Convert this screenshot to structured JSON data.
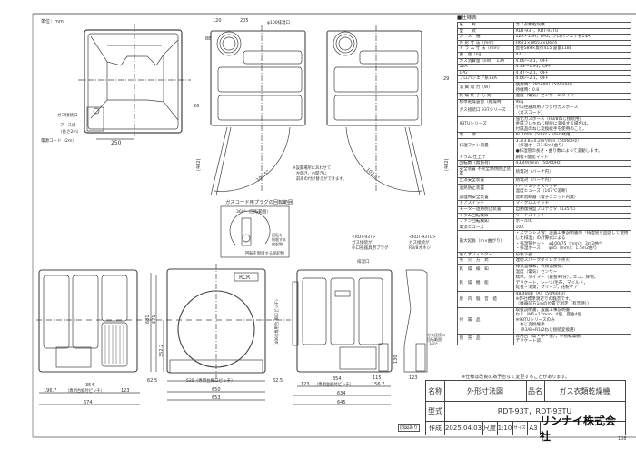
{
  "unit_label": "単位：mm",
  "top_view": {
    "gas_inlet": "ガス接続口",
    "earth_wire": "アース線\n（長さ2m）",
    "earth_wire_l1": "アース線",
    "earth_wire_l2": "（長さ2m）",
    "power_cord": "電源コード（2m）",
    "dim_250": "250",
    "dim_26": "26",
    "dim_29": "29"
  },
  "front_view_top": {
    "dim_120": "120",
    "dim_205": "205",
    "exhaust": "φ100排湿口",
    "dim_88": "88",
    "door_angle": "102.5°",
    "dim_482": "(482)",
    "door_note_l1": "※設置場所にあわせて",
    "door_note_l2": "左開き、右開きに",
    "door_note_l3": "前扉の付け替えができます。"
  },
  "front_view_top_right": {
    "door_angle": "102.5°",
    "dim_482": "(482)"
  },
  "plug_rotation": {
    "title": "ガスコード用プラグの回転範囲",
    "angle": "360°（回転範囲）",
    "protrusion_label_l1": "回転を",
    "protrusion_label_l2": "制限する",
    "protrusion_label_l3": "突起物",
    "restrict_label": "回転を制限する突起物"
  },
  "labels": {
    "rdt93t_l1": "<RDT-93T>",
    "rdt93t_l2": "ガス接続が",
    "rdt93t_l3": "小口径器具用プラグ",
    "rdt93tu_l1": "<RDT-93TU>",
    "rdt93tu_l2": "ガス接続が",
    "rdt93tu_l3": "R3/8オネジ",
    "exhaust_port": "排湿口",
    "gas_rotation_l1": "ガス接続口",
    "gas_rotation_l2": "回転範囲",
    "gas_rotation_l3": "360°"
  },
  "bottom_left": {
    "dim_1967": "196.7",
    "dim_354": "354",
    "pitch": "（専用台据付ピッチ）",
    "dim_123": "123",
    "dim_674": "674"
  },
  "bottom_center": {
    "dim_681": "681",
    "dim_671": "671",
    "dim_3522": "352.2",
    "dim_625a": "62.5",
    "dim_525": "525（専用台脚ロピッチ）",
    "dim_625b": "62.5",
    "dim_650": "650",
    "dim_653": "653",
    "logo_mark": "RCR"
  },
  "bottom_right": {
    "dim_side": "(406)(専用台\n脚ロピッチ)",
    "dim_130": "130",
    "dim_115": "115",
    "dim_123": "123",
    "dim_354": "354",
    "pitch": "（専用台据付ピッチ）",
    "dim_1567": "156.7",
    "dim_634": "634",
    "dim_645": "645",
    "dim_123b": "123"
  },
  "spec": {
    "title": "■仕様表",
    "rows": [
      {
        "k": "名　　称",
        "v": "ガス衣類乾燥機"
      },
      {
        "k": "型　　式",
        "v": "RDT-93T，RDT-93TU"
      },
      {
        "k": "ガ　ス　種",
        "v": "12A・13A，LPG，プロパンエア系13A"
      },
      {
        "k": "外 形 寸 法（mm）",
        "v": "H671×W653×D674"
      },
      {
        "k": "ド ラ ム 寸 法（mm）",
        "v": "直径589×奥行415 容量118L"
      },
      {
        "k": "重　量（kg）",
        "v": "42"
      },
      {
        "k": "ガス消費量（kW） 13A",
        "v": "4.66〜2.1，OFF"
      },
      {
        "k": "12A",
        "v": "4.33〜1.95，OFF"
      },
      {
        "k": "LPG",
        "v": "4.47〜2.1，OFF"
      },
      {
        "k": "プロパンエア系13A",
        "v": "4.66〜2.1，OFF"
      },
      {
        "k": "消 費 電 力（W）",
        "v": "使用時：285/360（50/60Hz）\n待機時：0.8"
      },
      {
        "k": "乾 燥 終 了 方 式",
        "v": "温度（電気）センサーorタイマー"
      },
      {
        "k": "標準乾燥容量（乾燥時）",
        "v": "9kg"
      },
      {
        "k": "ガス接続口 93Tシリーズ",
        "v": "小口径器具用プラグ付ガスホース\n（ガスコード）"
      },
      {
        "k": "93TUシリーズ",
        "v": "強化ガスホース（R3/8ねじ接続用）\n金属フレキねじ接続に変換する場合は、\n付属品のねじ変換継手を使用のこと。"
      },
      {
        "k": "電　　源",
        "v": "AC100V（50Hz・60Hz共用）"
      },
      {
        "k": "排湿ファン風量",
        "v": "3.3/3.8±0.2m³/min（50/60Hz）\n（排湿ホース1.5m2曲り）\n●排湿管の長さ・曲り数によって変動します。"
      },
      {
        "k": "ドラム 仕上げ",
        "v": "鋼板+酸化マット"
      },
      {
        "k": "回転数（無負荷）",
        "v": "43/49r/min（50/60Hz）"
      },
      {
        "k": "安全装置 不完全燃焼防止装置",
        "v": "熱電対（バーナ内）"
      },
      {
        "k": "立消安全装置",
        "v": "熱電対（バーナ内）"
      },
      {
        "k": "過熱防止装置",
        "v": "ハイリミットスイッチ\n温度ヒューズ（167℃溶断）"
      },
      {
        "k": "調理時安全装置",
        "v": "遮断遮断器（電子ユニット内蔵）"
      },
      {
        "k": "ドアスイッチ",
        "v": "マイクロスイッチ"
      },
      {
        "k": "モーター過熱防止装置",
        "v": "自動復帰型プロテクタ（135℃）"
      },
      {
        "k": "ドラム回転検知",
        "v": "リードスイッチ"
      },
      {
        "k": "ファン回転検知",
        "v": "ホールIC"
      },
      {
        "k": "電流ヒューズ",
        "v": "10A"
      },
      {
        "k": "最大延長（m×曲がり）",
        "v": "・ステンレス管：設置工事説明書の「排湿管を固定して使用した排湿」の計算式による\n・排湿管セット　φ100/75（mm）：3m2曲り\n・排湿ホース　　φ85（mm）：1.5m2曲り"
      },
      {
        "k": "糸くずフィルター",
        "v": "前板下部"
      },
      {
        "k": "点　火　方　式",
        "v": "連続スパークダイレクト点火"
      },
      {
        "k": "乾　燥　検　知",
        "v": "排気温検知，衣類温検知，\n温度（電気）センサー"
      },
      {
        "k": "乾　燥　機　能",
        "v": "標準，タイマー（最長90分），エコ，厚物，\nデリケート，シーツ/毛布，マイルド，\n延長・消臭，クリーン，花粉ケア"
      },
      {
        "k": "屋　内　騒　音　値",
        "v": "48/48dB（A）（50/60Hz）\n※弊社標準測定での騒音です。\n（機器前方1mの位置で測定（有音時））"
      },
      {
        "k": "付　属　品",
        "v": "取扱説明書，設置工事説明書\nねじ（M5×12mm）4個，座金4個\n※93TUシリーズのみ\n　ねじ変換継手\n　（R3/8→R1/2ねじ接続変換用）"
      },
      {
        "k": "別　売　品",
        "v": "専用台（高・中・低），小物乾燥棚\nデリケート袋"
      }
    ],
    "footnote": "※仕様は改良の為予告なく変更することがあります。"
  },
  "title_block": {
    "name_label": "名称",
    "name_value": "外形寸法図",
    "product_label": "品名",
    "product_value": "ガス衣類乾燥機",
    "model_label": "型式",
    "model_value": "RDT-93T，RDT-93TU",
    "created_label": "作成",
    "created_date": "2025.04.03",
    "scale_label": "尺度",
    "scale_value": "1:10",
    "size_label": "サイズ",
    "size_value": "A3",
    "company": "リンナイ株式会社"
  },
  "old_drawing_box": "旧図あり",
  "page_number": "108"
}
